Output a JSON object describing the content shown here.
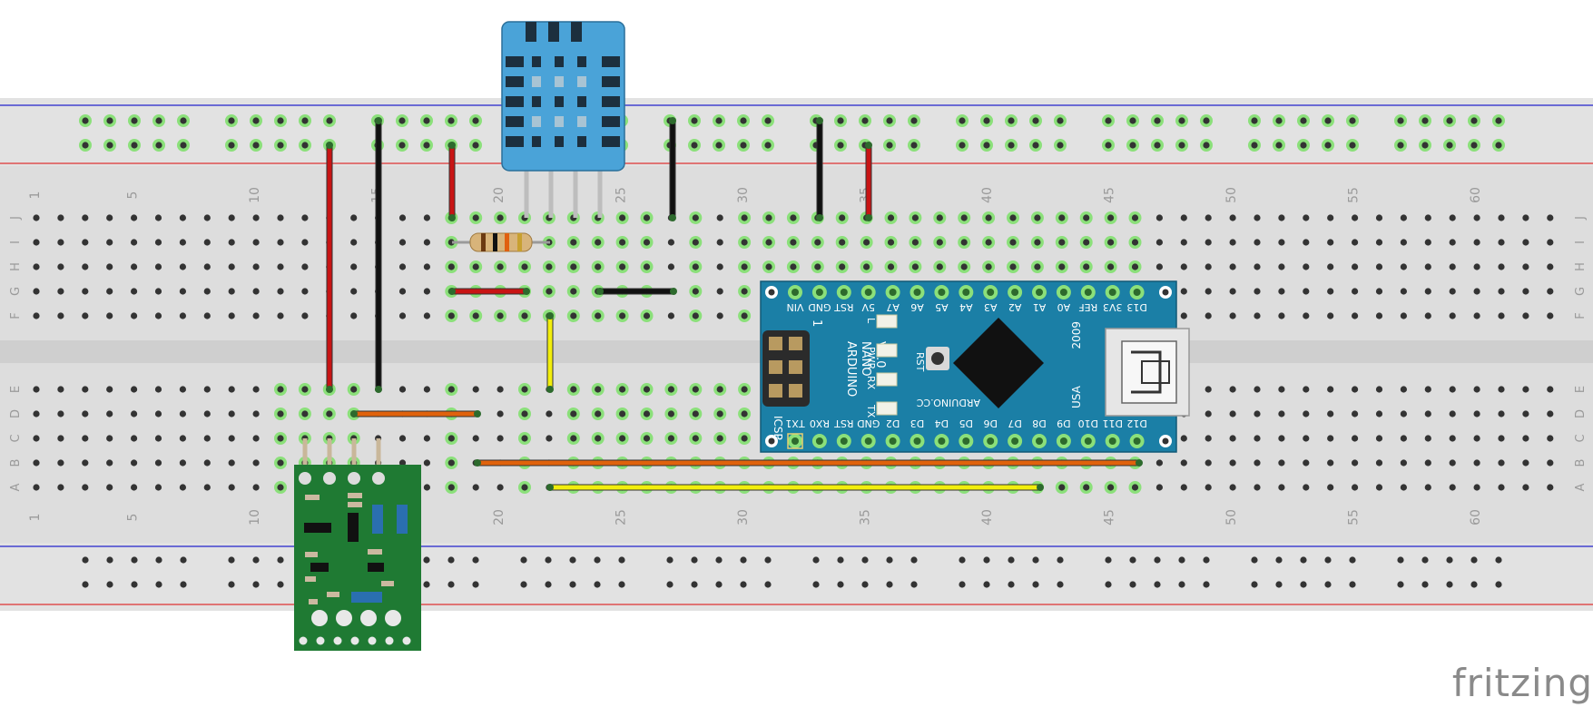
{
  "brand": "fritzing",
  "breadboard": {
    "columns": 63,
    "column_numbers": [
      "1",
      "5",
      "10",
      "15",
      "20",
      "25",
      "30",
      "35",
      "40",
      "45",
      "50",
      "55",
      "60"
    ],
    "rows_top": [
      "J",
      "I",
      "H",
      "G",
      "F"
    ],
    "rows_bottom": [
      "E",
      "D",
      "C",
      "B",
      "A"
    ],
    "colors": {
      "board": "#dddddd",
      "rail_red": "#d33",
      "rail_blue": "#22c",
      "hole": "#333333",
      "active": "#8be07a"
    }
  },
  "arduino": {
    "title_lines": [
      "ARDUINO",
      "NANO",
      "V3.0"
    ],
    "year": "2009",
    "country": "USA",
    "site": "ARDUINO.CC",
    "icsp": "ICSP",
    "icsp_pin1": "1",
    "led_labels": [
      "L",
      "PWR",
      "RX",
      "TX"
    ],
    "rst": "RST",
    "top_pins": [
      "VIN",
      "GND",
      "RST",
      "5V",
      "A7",
      "A6",
      "A5",
      "A4",
      "A3",
      "A2",
      "A1",
      "A0",
      "REF",
      "3V3",
      "D13"
    ],
    "bottom_pins": [
      "TX1",
      "RX0",
      "RST",
      "GND",
      "D2",
      "D3",
      "D4",
      "D5",
      "D6",
      "D7",
      "D8",
      "D9",
      "D10",
      "D11",
      "D12"
    ],
    "color": "#1b7fa6"
  },
  "parts": {
    "sensor_color": "#4aa3d8",
    "module_color": "#1f7a33",
    "resistor_color": "#d8b47a"
  },
  "wires": {
    "red": "#c81414",
    "black": "#111111",
    "orange": "#e0620c",
    "yellow": "#f2ee0c"
  }
}
